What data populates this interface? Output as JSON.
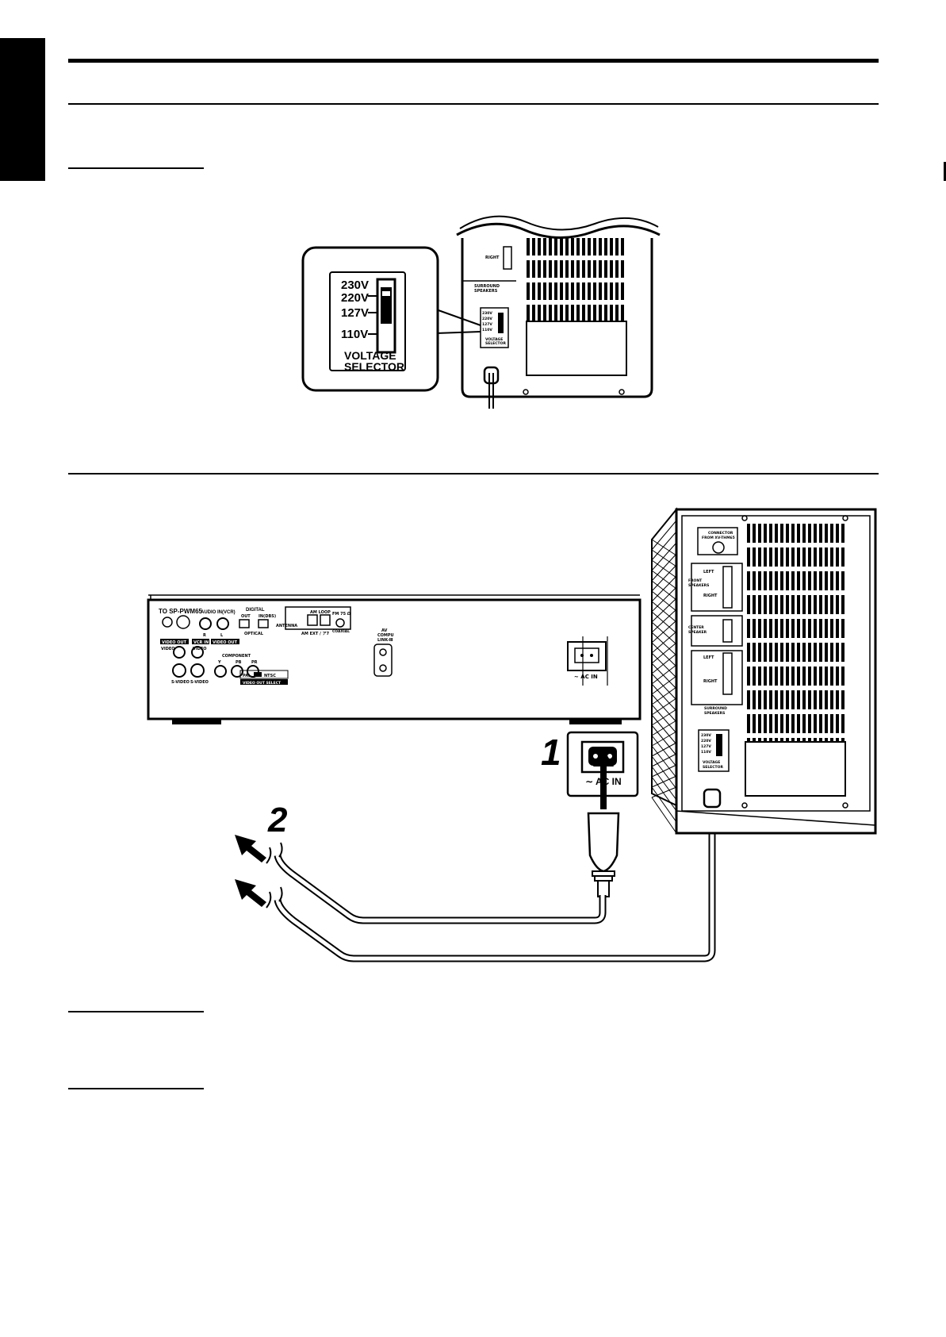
{
  "voltage_panel": {
    "options": [
      "230V",
      "220V",
      "127V",
      "110V"
    ],
    "title_line1": "VOLTAGE",
    "title_line2": "SELECTOR"
  },
  "subwoofer_top": {
    "right_label": "RIGHT",
    "speakers_label_1": "SURROUND",
    "speakers_label_2": "SPEAKERS",
    "voltage_options": [
      "230V",
      "220V",
      "127V",
      "110V"
    ],
    "voltage_label_1": "VOLTAGE",
    "voltage_label_2": "SELECTOR"
  },
  "main_unit": {
    "to_label": "TO SP-PWM65",
    "audio_label": "AUDIO IN(VCR)",
    "r_label": "R",
    "l_label": "L",
    "digital_label": "DIGITAL",
    "out_label": "OUT",
    "in_dbs_label": "IN(DBS)",
    "optical_label": "OPTICAL",
    "antenna_label": "ANTENNA",
    "am_loop_label": "AM LOOP",
    "fm_label": "FM 75 Ω",
    "coaxial_label": "COAXIAL",
    "am_ext_label": "AM EXT / ア7",
    "av_label_1": "AV",
    "av_label_2": "COMPU",
    "av_label_3": "LINK-Ⅲ",
    "video_out_label": "VIDEO OUT",
    "vcr_in_label": "VCR IN",
    "video_out2_label": "VIDEO OUT",
    "video_label": "VIDEO",
    "video2_label": "VIDEO",
    "svideo_label": "S-VIDEO",
    "svideo2_label": "S-VIDEO",
    "component_label": "COMPONENT",
    "y_label": "Y",
    "pb_label": "PB",
    "pr_label": "PR",
    "pal_label": "PAL",
    "ntsc_label": "NTSC",
    "video_out_select_label": "VIDEO OUT SELECT",
    "ac_in_label": "∼ AC IN"
  },
  "callout": {
    "step1": "1",
    "step2": "2",
    "ac_in_label": "∼ AC IN"
  },
  "subwoofer_right": {
    "connector_label_1": "CONNECTOR",
    "connector_label_2": "FROM XV-THM65",
    "left_label": "LEFT",
    "front_label_1": "FRONT",
    "front_label_2": "SPEAKERS",
    "right_label": "RIGHT",
    "center_label_1": "CENTER",
    "center_label_2": "SPEAKER",
    "left2_label": "LEFT",
    "right2_label": "RIGHT",
    "surround_label_1": "SURROUND",
    "surround_label_2": "SPEAKERS",
    "voltage_options": [
      "230V",
      "220V",
      "127V",
      "110V"
    ],
    "voltage_label_1": "VOLTAGE",
    "voltage_label_2": "SELECTOR"
  }
}
